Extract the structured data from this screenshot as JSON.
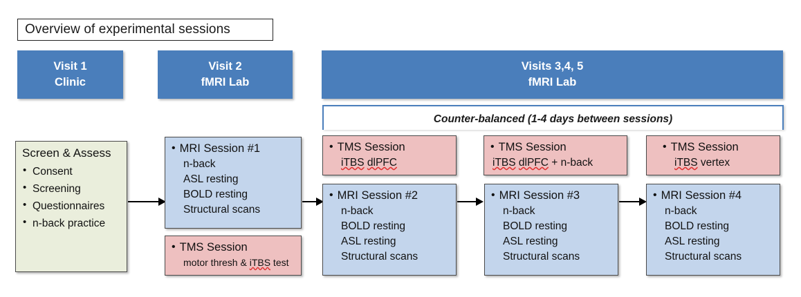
{
  "title": "Overview of experimental sessions",
  "visit_headers": [
    {
      "line1": "Visit 1",
      "line2": "Clinic"
    },
    {
      "line1": "Visit 2",
      "line2": "fMRI Lab"
    },
    {
      "line1": "Visits 3,4, 5",
      "line2": "fMRI Lab"
    }
  ],
  "counter_balanced_label": "Counter-balanced (1-4 days between sessions)",
  "screen_box": {
    "title": "Screen & Assess",
    "items": [
      "Consent",
      "Screening",
      "Questionnaires",
      "n-back practice"
    ]
  },
  "mri1": {
    "bullet": "•",
    "title": "MRI Session #1",
    "items": [
      "n-back",
      "ASL resting",
      "BOLD resting",
      "Structural scans"
    ]
  },
  "tms_visit2": {
    "bullet": "•",
    "title": "TMS Session",
    "sub_pre": "motor thresh & ",
    "sub_flagged": "iTBS",
    "sub_post": " test"
  },
  "tms_sessions": [
    {
      "bullet": "•",
      "title": "TMS Session",
      "flag1": "iTBS",
      "mid": " ",
      "flag2": "dlPFC",
      "tail": ""
    },
    {
      "bullet": "•",
      "title": "TMS Session",
      "flag1": "iTBS",
      "mid": " ",
      "flag2": "dlPFC",
      "tail": " + n-back"
    },
    {
      "bullet": "•",
      "title": "TMS Session",
      "flag1": "iTBS",
      "mid": " ",
      "flag2": "",
      "tail": "vertex"
    }
  ],
  "mri_sessions": [
    {
      "bullet": "•",
      "title": "MRI Session #2",
      "items": [
        "n-back",
        "BOLD resting",
        "ASL resting",
        "Structural scans"
      ]
    },
    {
      "bullet": "•",
      "title": "MRI Session #3",
      "items": [
        "n-back",
        "BOLD resting",
        "ASL resting",
        "Structural scans"
      ]
    },
    {
      "bullet": "•",
      "title": "MRI Session #4",
      "items": [
        "n-back",
        "BOLD resting",
        "ASL resting",
        "Structural scans"
      ]
    }
  ],
  "colors": {
    "header_blue": "#4a7ebb",
    "box_blue": "#c3d5ec",
    "box_pink": "#eec0c0",
    "box_green": "#eaeedc",
    "arrow": "#000000",
    "spellcheck": "#e03131"
  }
}
